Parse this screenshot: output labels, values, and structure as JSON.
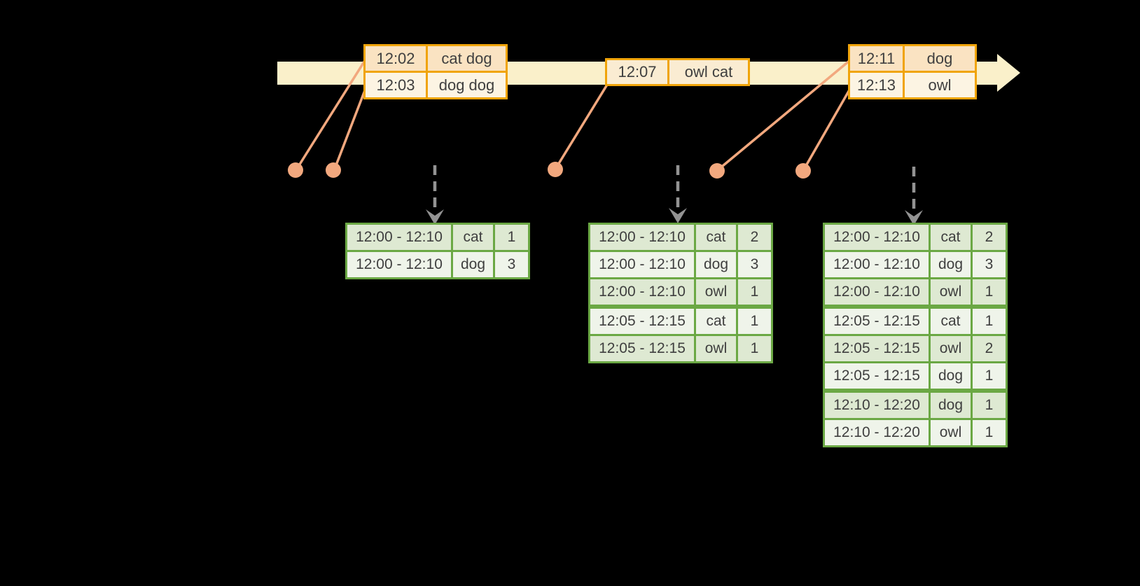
{
  "event_tables": [
    {
      "rows": [
        {
          "time": "12:02",
          "words": "cat dog"
        },
        {
          "time": "12:03",
          "words": "dog dog"
        }
      ]
    },
    {
      "rows": [
        {
          "time": "12:07",
          "words": "owl cat"
        }
      ]
    },
    {
      "rows": [
        {
          "time": "12:11",
          "words": "dog"
        },
        {
          "time": "12:13",
          "words": "owl"
        }
      ]
    }
  ],
  "result_tables": [
    {
      "rows": [
        {
          "window": "12:00 - 12:10",
          "word": "cat",
          "count": "1"
        },
        {
          "window": "12:00 - 12:10",
          "word": "dog",
          "count": "3"
        }
      ]
    },
    {
      "rows": [
        {
          "window": "12:00 - 12:10",
          "word": "cat",
          "count": "2"
        },
        {
          "window": "12:00 - 12:10",
          "word": "dog",
          "count": "3"
        },
        {
          "window": "12:00 - 12:10",
          "word": "owl",
          "count": "1"
        },
        {
          "window": "12:05 - 12:15",
          "word": "cat",
          "count": "1"
        },
        {
          "window": "12:05 - 12:15",
          "word": "owl",
          "count": "1"
        }
      ]
    },
    {
      "rows": [
        {
          "window": "12:00 - 12:10",
          "word": "cat",
          "count": "2"
        },
        {
          "window": "12:00 - 12:10",
          "word": "dog",
          "count": "3"
        },
        {
          "window": "12:00 - 12:10",
          "word": "owl",
          "count": "1"
        },
        {
          "window": "12:05 - 12:15",
          "word": "cat",
          "count": "1"
        },
        {
          "window": "12:05 - 12:15",
          "word": "owl",
          "count": "2"
        },
        {
          "window": "12:05 - 12:15",
          "word": "dog",
          "count": "1"
        },
        {
          "window": "12:10 - 12:20",
          "word": "dog",
          "count": "1"
        },
        {
          "window": "12:10 - 12:20",
          "word": "owl",
          "count": "1"
        }
      ]
    }
  ],
  "colors": {
    "background": "#000000",
    "timeline_band": "#FAF0CA",
    "event_table_border": "#F0A40A",
    "event_row_dark": "#FAE3C2",
    "event_row_light": "#FCF4E3",
    "event_row_single": "#FAECD2",
    "connector_and_dots": "#F2A87E",
    "trigger_arrow": "#939393",
    "result_table_border": "#6BA844",
    "result_row_dark": "#DEE9D2",
    "result_row_light": "#EFF4EA",
    "table_text": "#3F3F3F"
  }
}
